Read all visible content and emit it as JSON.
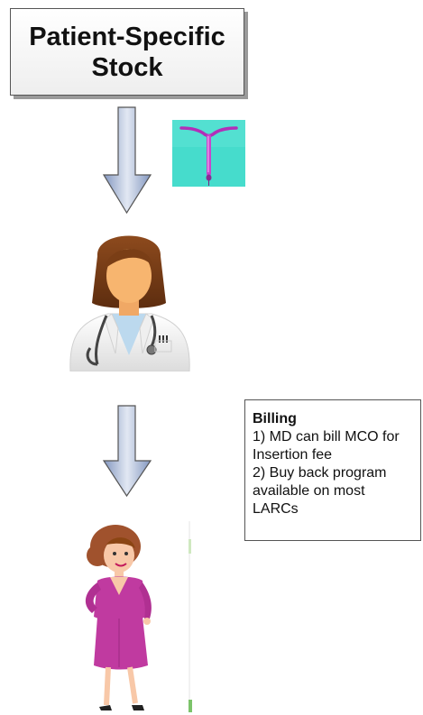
{
  "title": {
    "line1": "Patient-Specific",
    "line2": "Stock"
  },
  "billing": {
    "heading": "Billing",
    "line1": "1) MD can bill MCO for",
    "line2": "Insertion fee",
    "line3": "2) Buy back program",
    "line4": "available on most",
    "line5": "LARCs"
  },
  "icons": [
    "down-arrow-icon",
    "iud-icon",
    "doctor-icon",
    "woman-patient-icon"
  ],
  "colors": {
    "arrow_fill_light": "#d6deec",
    "arrow_fill_dark": "#7f95bf",
    "arrow_stroke": "#555555",
    "iud_bg": "#45dccb",
    "iud_device": "#c442c9"
  }
}
